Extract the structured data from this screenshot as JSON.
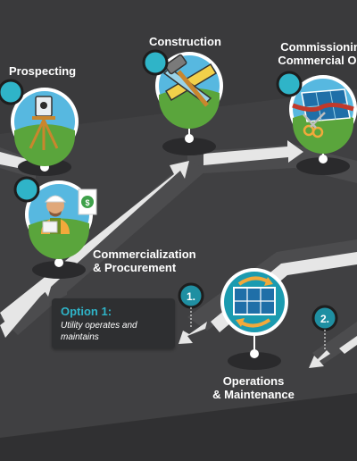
{
  "stages": {
    "prospecting": {
      "label": "Prospecting"
    },
    "construction": {
      "label": "Construction"
    },
    "commissioning": {
      "line1": "Commissioning",
      "line2": "Commercial Ope"
    },
    "commercialization": {
      "line1": "Commercialization",
      "line2": "& Procurement"
    },
    "operations": {
      "line1": "Operations",
      "line2": "& Maintenance"
    }
  },
  "options": {
    "option1": {
      "badge": "1.",
      "title": "Option 1:",
      "line1": "Utility operates and",
      "line2": "maintains"
    },
    "option2": {
      "badge": "2."
    }
  },
  "colors": {
    "background": "#3a3a3c",
    "road": "#4a4a4c",
    "road_edge": "#2a2a2c",
    "arrow": "#e9e9e9",
    "accent": "#2fb4c8",
    "teal_circle": "#1b9bb0",
    "node_dot": "#ffffff"
  },
  "icons": {
    "prospecting": "surveyor-tripod-icon",
    "construction": "hammer-ruler-icon",
    "commissioning": "solar-panel-ribbon-scissors-icon",
    "commercialization": "worker-contract-icon",
    "operations": "solar-panel-cycle-icon"
  }
}
